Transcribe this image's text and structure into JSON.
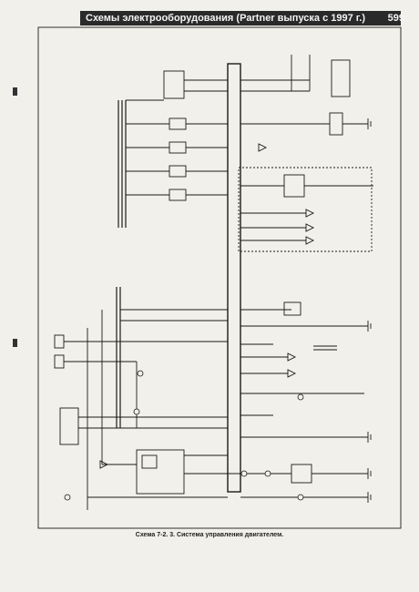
{
  "header": {
    "title": "Схемы электрооборудования (Partner выпуска с 1997 г.)",
    "page_number": "599"
  },
  "caption": "Схема 7-2. 3. Система управления двигателем.",
  "colors": {
    "ink": "#1a1a1a",
    "paper": "#f2f0ea",
    "header_bg": "#2a2a2a",
    "header_text": "#f4f4f4"
  }
}
